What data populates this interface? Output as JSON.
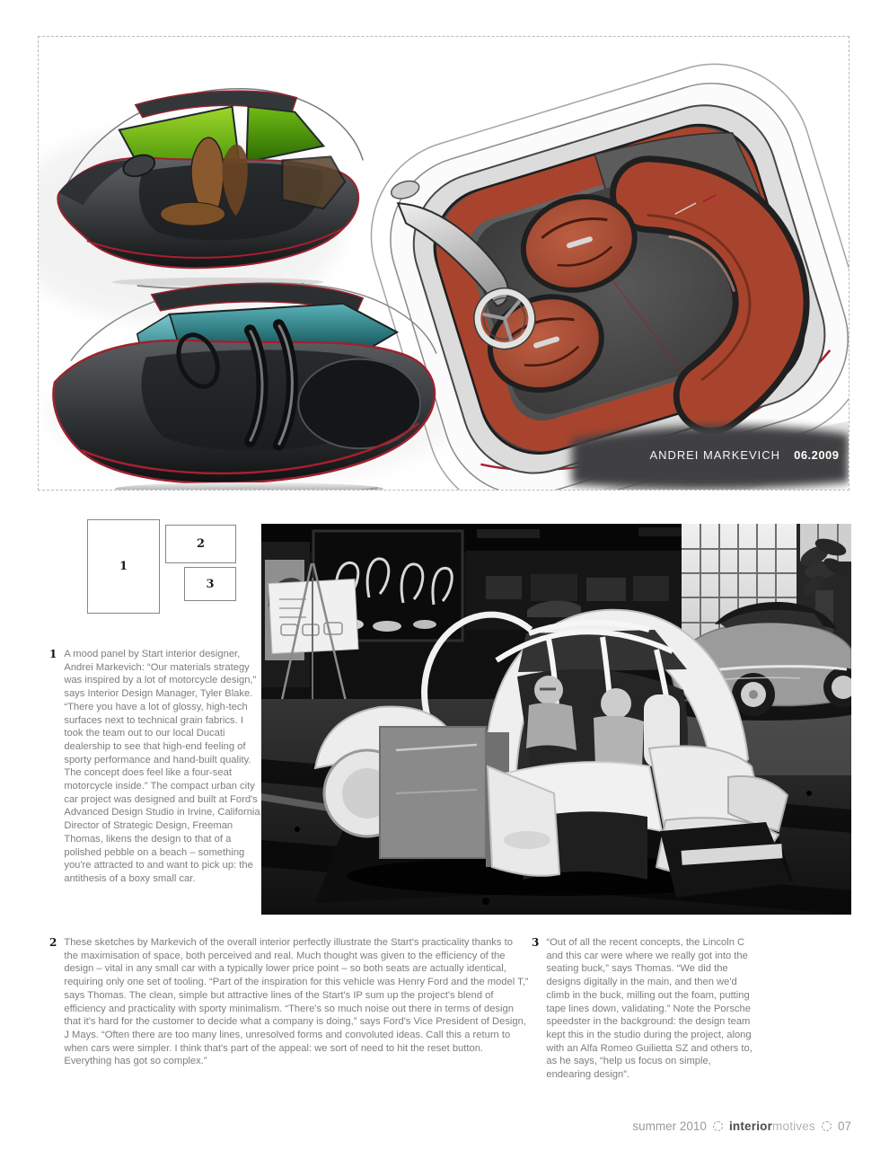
{
  "sketch_panel": {
    "signature_name": "ANDREI MARKEVICH",
    "signature_date": "06.2009"
  },
  "figure_key": {
    "box1": "1",
    "box2": "2",
    "box3": "3"
  },
  "captions": {
    "c1": {
      "num": "1",
      "text": "A mood panel by Start interior designer, Andrei Markevich: “Our materials strategy was inspired by a lot of motorcycle design,” says Interior Design Manager, Tyler Blake. “There you have a lot of glossy, high-tech surfaces next to technical grain fabrics. I took the team out to our local Ducati dealership to see that high-end feeling of sporty performance and hand-built quality. The concept does feel like a four-seat motorcycle inside.” The compact urban city car project was designed and built at Ford's Advanced Design Studio in Irvine, California. Director of Strategic Design, Freeman Thomas, likens the design to that of a polished pebble on a beach – something you're attracted to and want to pick up: the antithesis of a boxy small car."
    },
    "c2": {
      "num": "2",
      "text": "These sketches by Markevich of the overall interior perfectly illustrate the Start's practicality thanks to the maximisation of space, both perceived and real. Much thought was given to the efficiency of the design – vital in any small car with a typically lower price point – so both seats are actually identical, requiring only one set of tooling. “Part of the inspiration for this vehicle was Henry Ford and the model T,” says Thomas. The clean, simple but attractive lines of the Start's IP sum up the project's blend of efficiency and practicality with sporty minimalism. “There's so much noise out there in terms of design that it's hard for the customer to decide what a company is doing,” says Ford's Vice President of Design, J Mays. “Often there are too many lines, unresolved forms and convoluted ideas. Call this a return to when cars were simpler. I think that's part of the appeal: we sort of need to hit the reset button. Everything has got so complex.”"
    },
    "c3": {
      "num": "3",
      "text": "“Out of all the recent concepts, the Lincoln C and this car were where we really got into the seating buck,” says Thomas. “We did the designs digitally in the main, and then we'd climb in the buck, milling out the foam, putting tape lines down, validating.” Note the Porsche speedster in the background: the design team kept this in the studio during the project, along with an Alfa Romeo Guilietta SZ and others to, as he says, “help us focus on simple, endearing design”."
    }
  },
  "footer": {
    "issue": "summer 2010",
    "brand_bold": "interior",
    "brand_light": "motives",
    "page_number": "07"
  },
  "colors": {
    "accent_red": "#a81f2f",
    "seat_terracotta": "#a8442e",
    "glass_green": "#76c214",
    "glass_teal": "#2e8a90"
  }
}
